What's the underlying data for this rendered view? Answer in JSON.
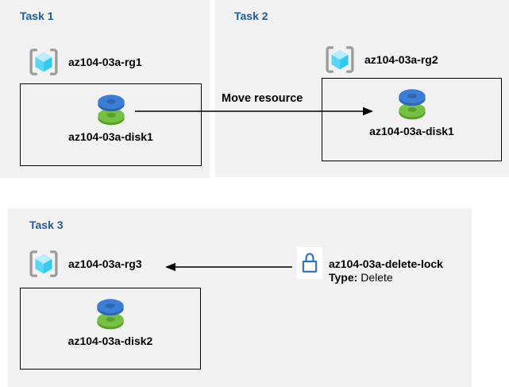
{
  "colors": {
    "panel-bg": "#f2f2f2",
    "title-blue": "#1e5c9b",
    "text-black": "#000000",
    "box-border": "#000000",
    "arrow-black": "#000000",
    "lock-blue": "#2b6fc7",
    "disk-blue": "#3b7ed8",
    "disk-blue-dark": "#2f66ae",
    "disk-green": "#76c043",
    "disk-green-dark": "#58a02c",
    "cube-top": "#b9edfb",
    "cube-left": "#59d6f4",
    "cube-right": "#31cbf1",
    "bracket-gray": "#9b9b9b"
  },
  "panels": [
    {
      "title": "Task 1",
      "rg": "az104-03a-rg1",
      "disk": "az104-03a-disk1"
    },
    {
      "title": "Task 2",
      "rg": "az104-03a-rg2",
      "disk": "az104-03a-disk1"
    },
    {
      "title": "Task 3",
      "rg": "az104-03a-rg3",
      "disk": "az104-03a-disk2"
    }
  ],
  "move_arrow": {
    "label": "Move resource"
  },
  "delete_lock": {
    "name": "az104-03a-delete-lock",
    "type_label": "Type:",
    "type_value": "Delete",
    "icon": "lock-icon"
  }
}
